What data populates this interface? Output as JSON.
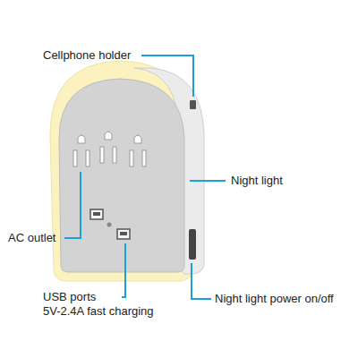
{
  "diagram": {
    "labels": [
      "Cellphone holder",
      "Night light",
      "AC outlet",
      "USB ports",
      "5V-2.4A fast charging",
      "Night light power on/off"
    ]
  }
}
